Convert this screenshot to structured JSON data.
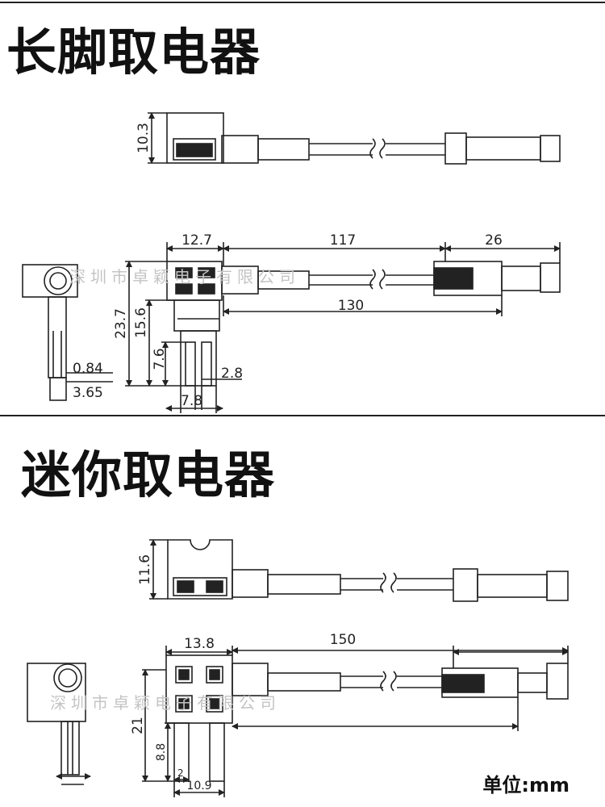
{
  "sections": [
    {
      "title": "长脚取电器",
      "dims": {
        "h_height": "10.3",
        "w_body": "12.7",
        "w_wire": "117",
        "w_fuse": "26",
        "w_total": "130",
        "h_total": "23.7",
        "h_mid": "15.6",
        "h_leg": "7.6",
        "pin_thk": "0.84",
        "pin_w": "3.65",
        "pin_gap": "2.8",
        "leg_w": "7.8"
      },
      "watermark": "深圳市卓颖电子有限公司"
    },
    {
      "title": "迷你取电器",
      "dims": {
        "h_height": "11.6",
        "w_body": "13.8",
        "w_total": "150",
        "h_total": "21",
        "h_leg": "8.8",
        "pin_small": "2",
        "leg_w": "10.9"
      },
      "watermark": "深圳市卓颖电子有限公司"
    }
  ],
  "unit": "单位:mm",
  "colors": {
    "line": "#222222",
    "title": "#111111",
    "watermark": "#c4c4c4"
  }
}
